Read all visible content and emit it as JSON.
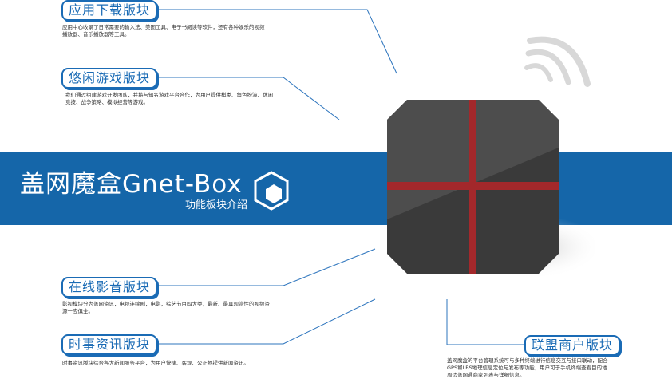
{
  "header": {
    "title": "盖网魔盒Gnet-Box",
    "subtitle": "功能板块介绍"
  },
  "sections": [
    {
      "title": "应用下载版块",
      "desc": "应用中心收录了日常需要的输入法、美图工具、电子书阅读等软件，还有各种娱乐的视频播放器、音乐播放器等工具。"
    },
    {
      "title": "悠闲游戏版块",
      "desc": "我们通过组建游戏开发团队，并将与知名游戏平台合作，为用户提供棋类、角色扮演、休闲竞技、战争策略、模拟经营等游戏。"
    },
    {
      "title": "在线影音版块",
      "desc": "影视模块分为盖网资讯，电视连续剧，电影，综艺节目四大类，最新、最具观赏性的视频资源一应俱全。"
    },
    {
      "title": "时事资讯版块",
      "desc": "时事资讯版块综合各大新闻服务平台，为用户快捷、客观、公正地提供新闻资讯。"
    },
    {
      "title": "联盟商户版块",
      "desc": "盖网魔盒的平台管理系统可与多种终端进行信息交互与接口联动，配合GPS和LBS地理信息定位与发布等功能，用户可于手机终端查看目的地周边盖网通商家列表与详细信息。"
    }
  ],
  "colors": {
    "brand": "#1566a9",
    "accent": "#c0282d"
  }
}
